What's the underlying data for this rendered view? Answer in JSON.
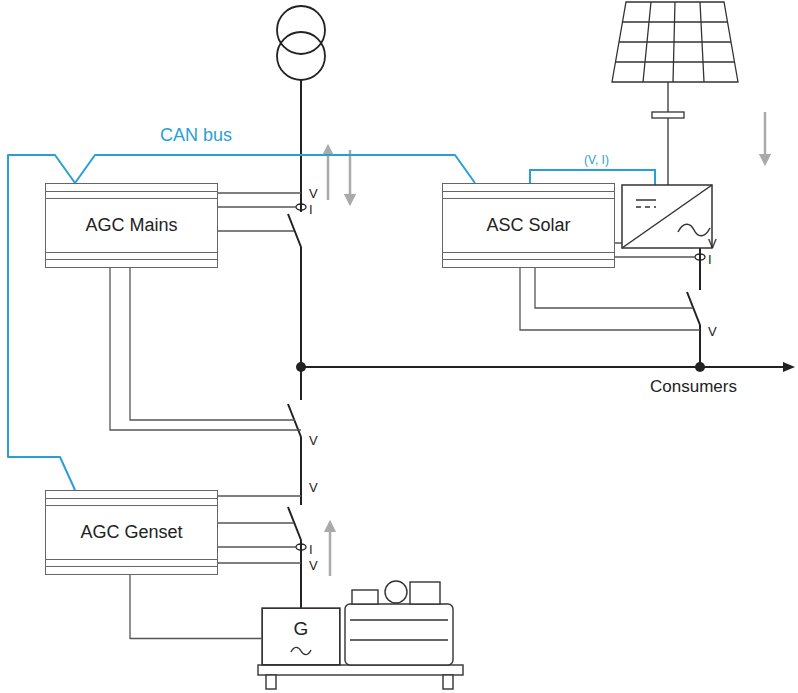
{
  "diagram": {
    "nodes": [
      {
        "text": [
          "AGC Mains"
        ]
      },
      {
        "text": [
          "ASC Solar"
        ]
      },
      {
        "text": [
          "AGC Genset"
        ]
      },
      {
        "text": [
          "G"
        ]
      }
    ],
    "edges": [
      {
        "from": 0,
        "to": 1,
        "label": "CAN bus",
        "arrow": "none"
      },
      {
        "from": 2,
        "to": 0,
        "arrow": "none"
      },
      {
        "from": 2,
        "to": 3,
        "arrow": "none"
      }
    ],
    "labels": [
      "V",
      "I",
      "(V, I)",
      "V",
      "I",
      "V",
      "Consumers",
      "V",
      "V",
      "I",
      "V"
    ]
  }
}
